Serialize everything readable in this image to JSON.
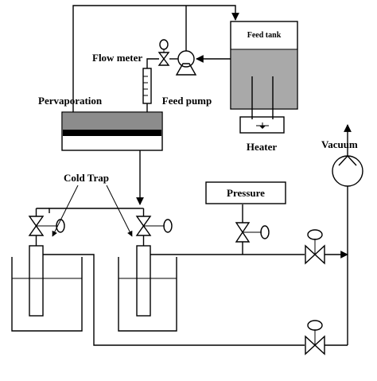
{
  "labels": {
    "feed_tank": "Feed tank",
    "flow_meter": "Flow meter",
    "feed_pump": "Feed pump",
    "pervaporation": "Pervaporation",
    "heater": "Heater",
    "vacuum": "Vacuum",
    "cold_trap": "Cold Trap",
    "pressure": "Pressure"
  },
  "colors": {
    "liquid": "#a9a9a9",
    "membrane_top": "#8c8c8c",
    "membrane_dark": "#000000",
    "line": "#000000"
  }
}
